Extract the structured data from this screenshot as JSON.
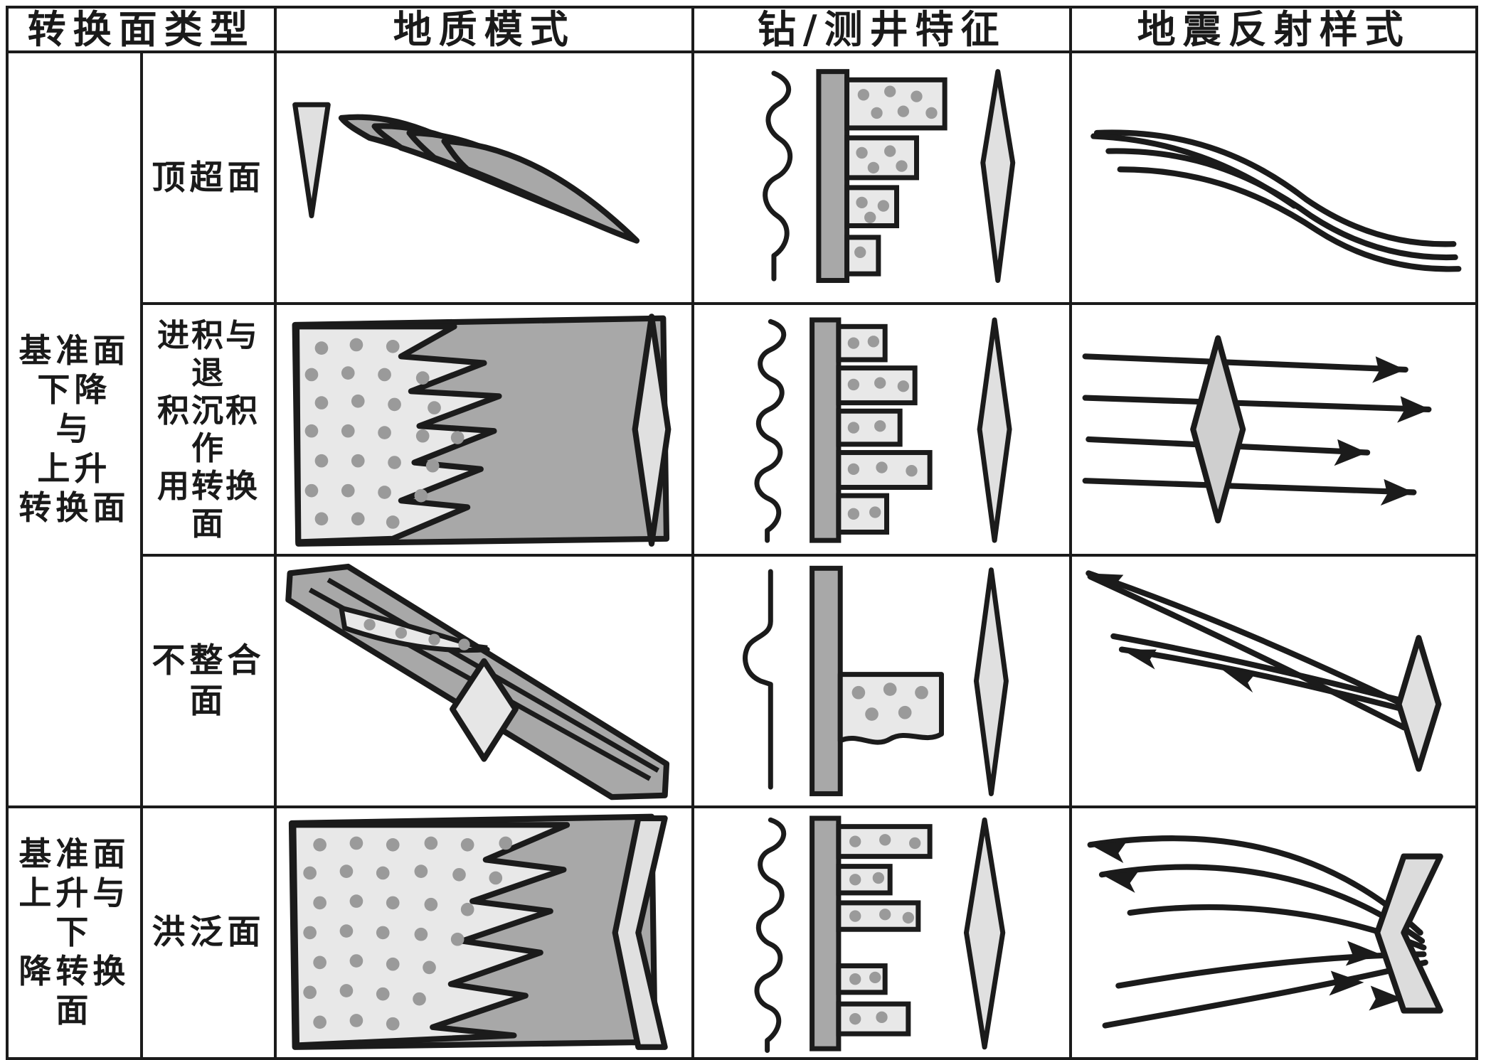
{
  "table": {
    "headers": [
      {
        "id": "type",
        "label": "转换面类型"
      },
      {
        "id": "geology",
        "label": "地质模式"
      },
      {
        "id": "welllog",
        "label": "钻/测井特征"
      },
      {
        "id": "seismic",
        "label": "地震反射样式"
      }
    ],
    "groups": [
      {
        "id": "fall-rise",
        "lines": [
          "基准面",
          "下降",
          "与",
          "上升",
          "转换面"
        ],
        "rowspan": 3
      },
      {
        "id": "rise-fall",
        "lines": [
          "基准面",
          "上升与下",
          "降转换面"
        ],
        "rowspan": 1
      }
    ],
    "rows": [
      {
        "id": "toplap",
        "group": "fall-rise",
        "type_lines": [
          "顶超面"
        ],
        "geology": "progradational-clinoform-set",
        "welllog": "funnel-shaped-sp-curve-with-coarsening-upward-sand-bars",
        "seismic": "downlapping-oblique-reflectors"
      },
      {
        "id": "prograde-retrograde",
        "group": "fall-rise",
        "type_lines": [
          "进积与退",
          "积沉积作",
          "用转换面"
        ],
        "geology": "interfingering-sand-wedge-with-lens-symbol",
        "welllog": "serrated-sp-curve-with-stacked-sand-beds",
        "seismic": "parallel-reflectors-with-lens-symbol"
      },
      {
        "id": "unconformity",
        "group": "fall-rise",
        "type_lines": [
          "不整合面"
        ],
        "geology": "truncated-wedge-with-lens-symbol",
        "welllog": "blocky-sp-curve-with-erosional-base",
        "seismic": "onlapping-truncation-with-lens-symbol"
      },
      {
        "id": "flooding",
        "group": "rise-fall",
        "type_lines": [
          "洪泛面"
        ],
        "geology": "retrogradational-sand-tongue-wedge",
        "welllog": "bell-shaped-sp-curve-fining-upward",
        "seismic": "onlapping-convergent-reflectors-with-bowtie"
      }
    ]
  },
  "legend": {
    "sand_fill": "#a8a8a8",
    "dot_pattern_fill": "#e8e8e8",
    "line_color": "#1b1b1b",
    "lens_fill": "#e2e2e2",
    "background": "#ffffff"
  }
}
